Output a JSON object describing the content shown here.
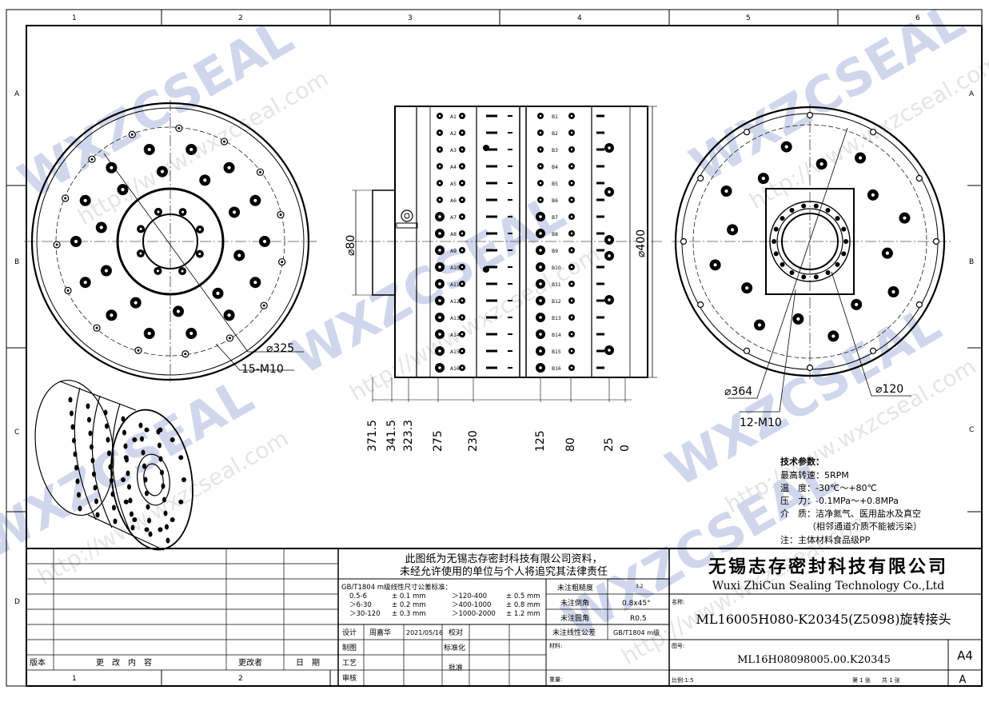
{
  "grid": {
    "cols_top": [
      "1",
      "2",
      "3",
      "4",
      "5",
      "6"
    ],
    "cols_bottom": [
      "1",
      "2"
    ],
    "rows": [
      "A",
      "B",
      "C",
      "D"
    ]
  },
  "watermark": {
    "brand": "WXZCSEAL",
    "url": "http://www.wxzcseal.com"
  },
  "front_view": {
    "dim_pcd": "⌀325",
    "dim_threads": "15-M10"
  },
  "side_view": {
    "dim_shaft": "⌀80",
    "dim_body": "⌀400",
    "port_labels": [
      "A1",
      "A2",
      "A3",
      "A4",
      "A5",
      "A6",
      "A7",
      "A8",
      "A9",
      "A10",
      "A11",
      "A12",
      "A13",
      "A14",
      "A15",
      "A16"
    ],
    "port_labels_b": [
      "B1",
      "B2",
      "B3",
      "B4",
      "B5",
      "B6",
      "B7",
      "B8",
      "B9",
      "B10",
      "B11",
      "B12",
      "B13",
      "B14",
      "B15",
      "B16"
    ],
    "dims_bottom": [
      "371.5",
      "341.5",
      "323.3",
      "275",
      "230",
      "125",
      "80",
      "25",
      "0"
    ]
  },
  "rear_view": {
    "dim_outer": "⌀364",
    "dim_inner": "⌀120",
    "dim_threads": "12-M10"
  },
  "tech": {
    "title": "技术参数：",
    "lines": [
      "最高转速：5RPM",
      "温　度：-30℃～+80℃",
      "压　力：-0.1MPa～+0.8MPa",
      "介　质：洁净氮气、医用盐水及真空",
      "（相邻通道介质不能被污染）",
      "注：主体材料食品级PP"
    ]
  },
  "revision": {
    "headers": [
      "版本",
      "更　改　内　容",
      "更改者",
      "日　期"
    ]
  },
  "notice": {
    "line1": "此图纸为无锡志存密封科技有限公司资料，",
    "line2": "未经允许使用的单位与个人将追究其法律责任"
  },
  "tolerance": {
    "title": "GB/T1804 m级线性尺寸公差标准：",
    "rows": [
      [
        "0.5-6",
        "± 0.1 mm",
        "＞120-400",
        "± 0.5 mm"
      ],
      [
        "＞6-30",
        "± 0.2 mm",
        "＞400-1000",
        "± 0.8 mm"
      ],
      [
        "＞30-120",
        "± 0.3 mm",
        "＞1000-2000",
        "± 1.2 mm"
      ]
    ]
  },
  "specs": {
    "rough_label": "未注粗糙度",
    "rough_value": "3.2",
    "chamfer_label": "未注倒角",
    "chamfer_value": "0.8x45°",
    "round_label": "未注圆角",
    "round_value": "R0.5",
    "linear_label": "未注线性公差",
    "linear_value": "GB/T1804 m级"
  },
  "signoff": {
    "design": "设计",
    "designer": "周嘉华",
    "date": "2021/05/16",
    "check": "校对",
    "draw": "制图",
    "standard": "标准化",
    "process": "工艺",
    "approve": "批准",
    "audit": "审核",
    "material": "材料:",
    "weight": "重量:"
  },
  "company": {
    "name_cn": "无锡志存密封科技有限公司",
    "name_en": "Wuxi ZhiCun Sealing Technology Co.,Ltd"
  },
  "drawing": {
    "name_label": "名称:",
    "name": "ML16005H080-K20345(Z5098)旋转接头",
    "no_label": "图号:",
    "number": "ML16H08098005.00.K20345",
    "size": "A4",
    "rev": "A",
    "scale": "比例:1:5",
    "sheet": "第 1 张　　共 1 张"
  }
}
